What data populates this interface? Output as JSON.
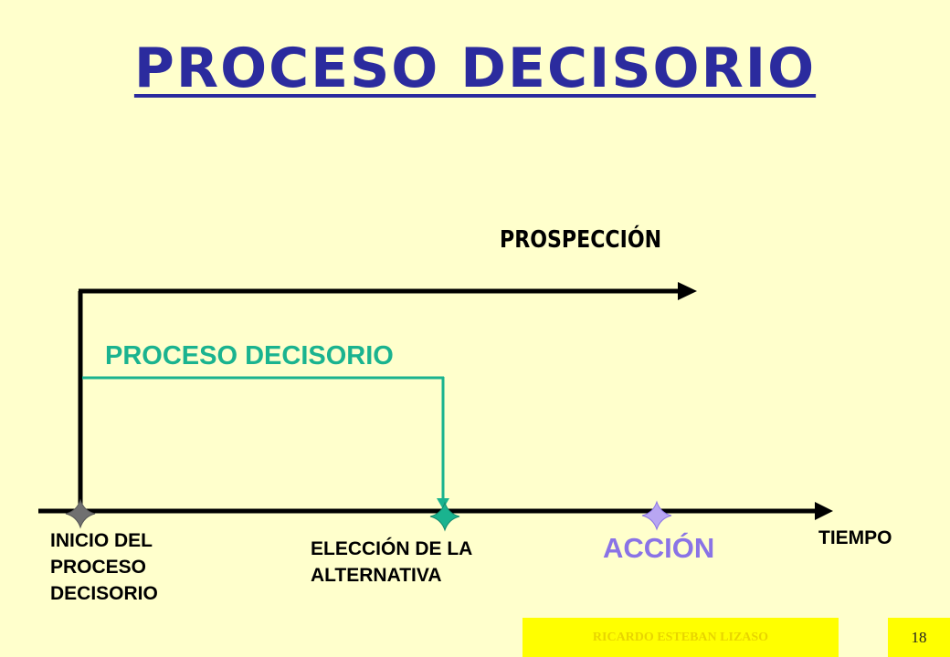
{
  "title": "PROCESO DECISORIO",
  "labels": {
    "prospeccion": "PROSPECCIÓN",
    "proceso_decisorio": "PROCESO DECISORIO",
    "inicio": [
      "INICIO DEL",
      "PROCESO",
      "DECISORIO"
    ],
    "eleccion": [
      "ELECCIÓN DE LA",
      "ALTERNATIVA"
    ],
    "accion": "ACCIÓN",
    "tiempo": "TIEMPO"
  },
  "footer": {
    "author": "RICARDO ESTEBAN LIZASO",
    "page_number": "18"
  },
  "colors": {
    "background": "#ffffcc",
    "title": "#2b2b9e",
    "decision_process": "#1ab38f",
    "action": "#8a73e6",
    "start_marker": "#707070",
    "choice_marker": "#1ab38f",
    "action_marker": "#b8a6f2",
    "footer_bg": "#ffff00"
  }
}
